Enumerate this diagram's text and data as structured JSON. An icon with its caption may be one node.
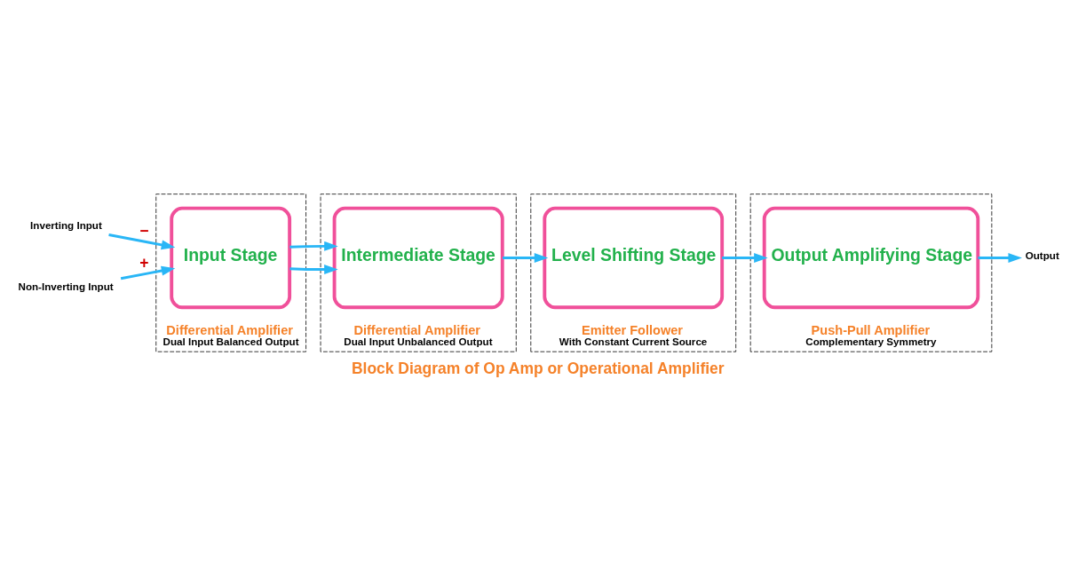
{
  "diagram": {
    "caption": "Block Diagram of Op Amp or Operational Amplifier",
    "nodes": [
      {
        "text": [
          "Inverting Input"
        ]
      },
      {
        "text": [
          "Non-Inverting Input"
        ]
      },
      {
        "text": [
          "Differential Amplifier",
          "Dual Input Balanced Output"
        ]
      },
      {
        "text": [
          "Input Stage"
        ],
        "in": 2
      },
      {
        "text": [
          "Differential Amplifier",
          "Dual Input Unbalanced Output"
        ]
      },
      {
        "text": [
          "Intermediate Stage"
        ],
        "in": 4
      },
      {
        "text": [
          "Emitter Follower",
          "With Constant Current Source"
        ]
      },
      {
        "text": [
          "Level Shifting Stage"
        ],
        "in": 6
      },
      {
        "text": [
          "Push-Pull Amplifier",
          "Complementary Symmetry"
        ]
      },
      {
        "text": [
          "Output Amplifying Stage"
        ],
        "in": 8
      },
      {
        "text": [
          "Output"
        ]
      }
    ],
    "edges": [
      {
        "from": 0,
        "to": 3,
        "arrow": "to",
        "label": "−"
      },
      {
        "from": 1,
        "to": 3,
        "arrow": "to",
        "label": "+"
      },
      {
        "from": 3,
        "to": 5,
        "arrow": "to"
      },
      {
        "from": 3,
        "to": 5,
        "arrow": "to"
      },
      {
        "from": 5,
        "to": 7,
        "arrow": "to"
      },
      {
        "from": 7,
        "to": 9,
        "arrow": "to"
      },
      {
        "from": 9,
        "to": 10,
        "arrow": "to"
      }
    ]
  }
}
